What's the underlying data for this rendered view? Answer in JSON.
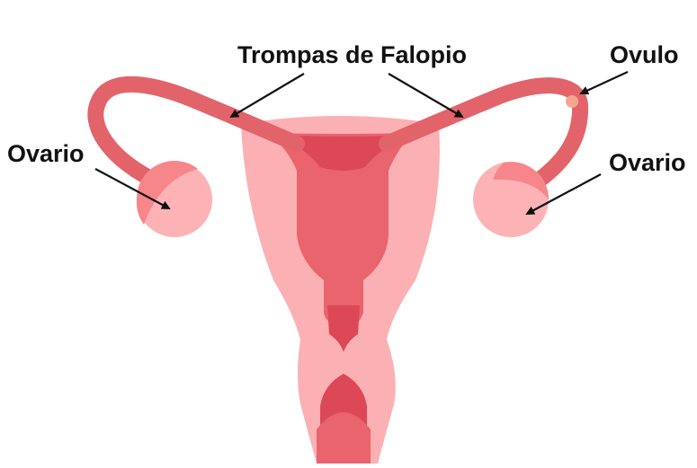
{
  "labels": {
    "fallopian_tubes": "Trompas de Falopio",
    "ovum": "Ovulo",
    "ovary_left": "Ovario",
    "ovary_right": "Ovario"
  },
  "colors": {
    "background": "#ffffff",
    "uterus_light": "#fbb1b3",
    "uterus_mid": "#e9646d",
    "uterus_dark": "#dd4856",
    "tube": "#e3636b",
    "ovary_light": "#fdb3b5",
    "ovary_dark": "#f7868b",
    "ovum": "#f4a58f",
    "label_text": "#111111",
    "arrow": "#111111"
  }
}
